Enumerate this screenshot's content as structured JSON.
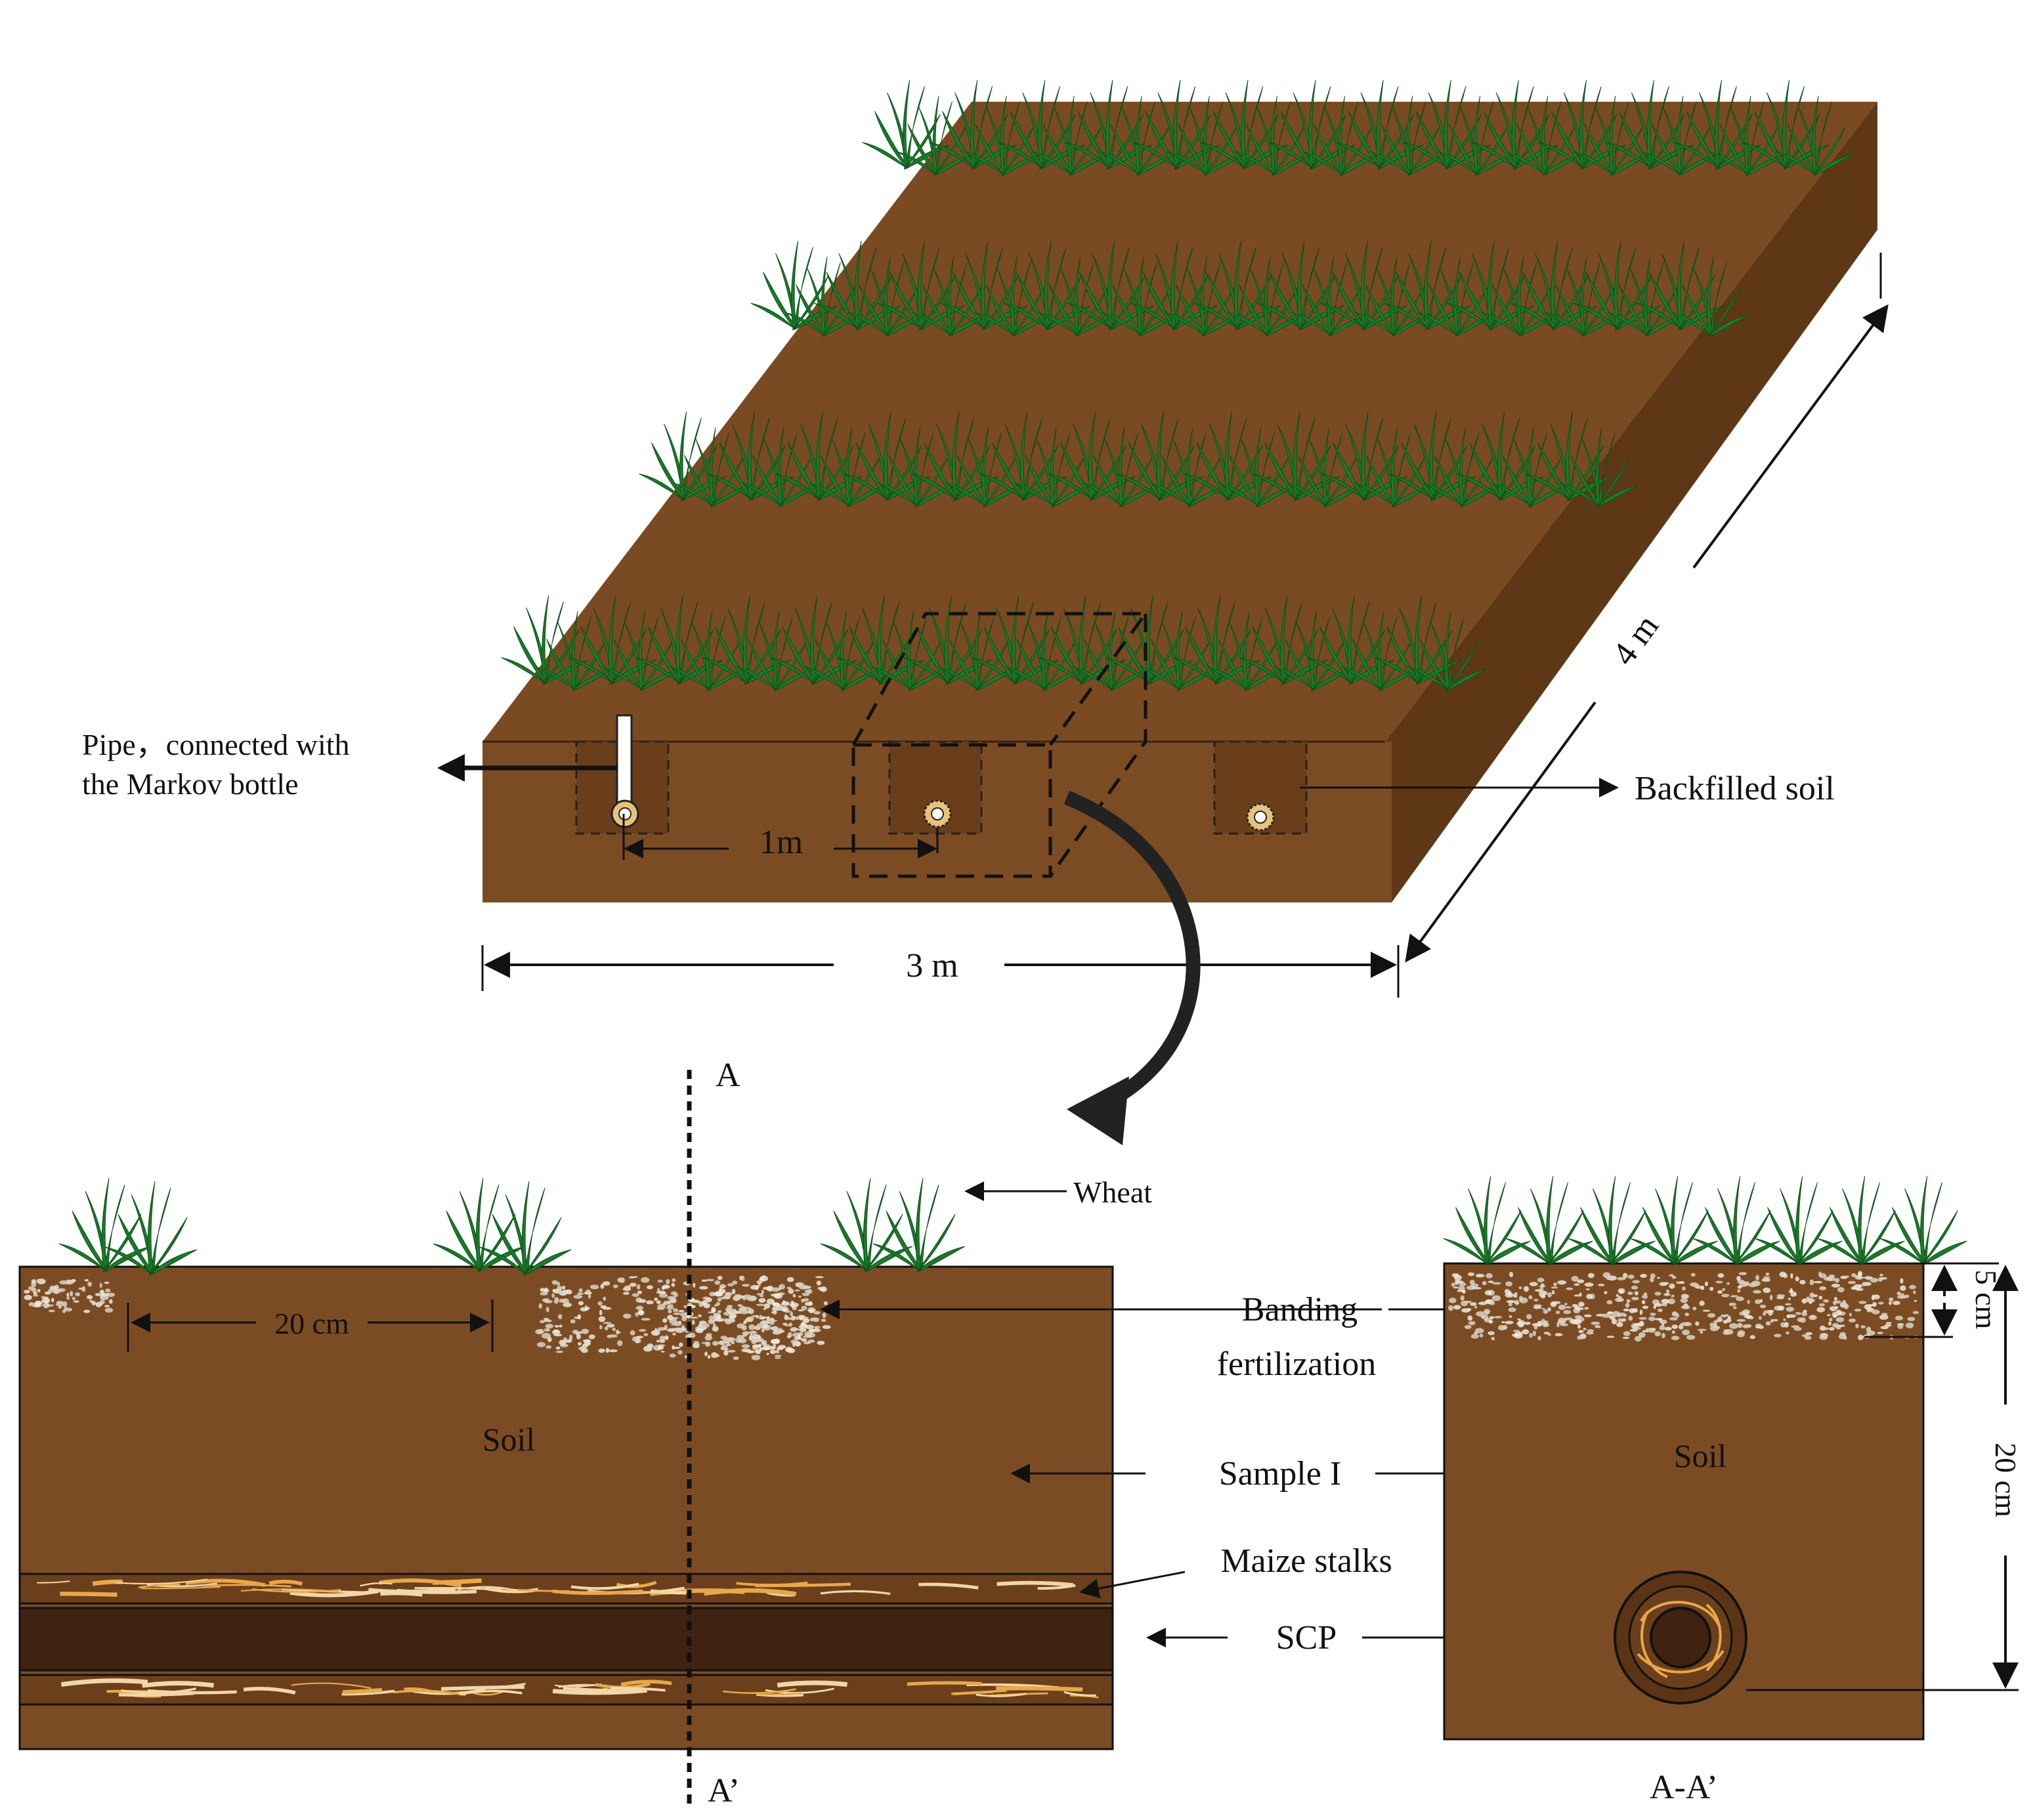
{
  "colors": {
    "soil_top": "#7a4a22",
    "soil_front": "#7b4c24",
    "soil_side": "#5e3816",
    "soil_dark": "#3f2210",
    "stalk": "#e8a84a",
    "plant": "#1a7a2a",
    "line": "#111111"
  },
  "top_view": {
    "pipe_label_line1": "Pipe，connected with",
    "pipe_label_line2": "the Markov bottle",
    "spacing_label": "1m",
    "width_label": "3 m",
    "length_label": "4 m",
    "backfilled_label": "Backfilled soil"
  },
  "cross_section": {
    "section_top_label": "A",
    "section_bottom_label": "A’",
    "wheat_label": "Wheat",
    "plant_spacing_label": "20 cm",
    "soil_label": "Soil",
    "banding_label_line1": "Banding",
    "banding_label_line2": "fertilization",
    "sample_label": "Sample I",
    "maize_label": "Maize stalks",
    "scp_label": "SCP"
  },
  "side_section": {
    "soil_label": "Soil",
    "depth_top_label": "5 cm",
    "depth_total_label": "20 cm",
    "caption": "A-A’"
  },
  "icons": [
    "wheat-plant-icon",
    "pipe-outlet-icon",
    "curved-arrow-icon"
  ]
}
